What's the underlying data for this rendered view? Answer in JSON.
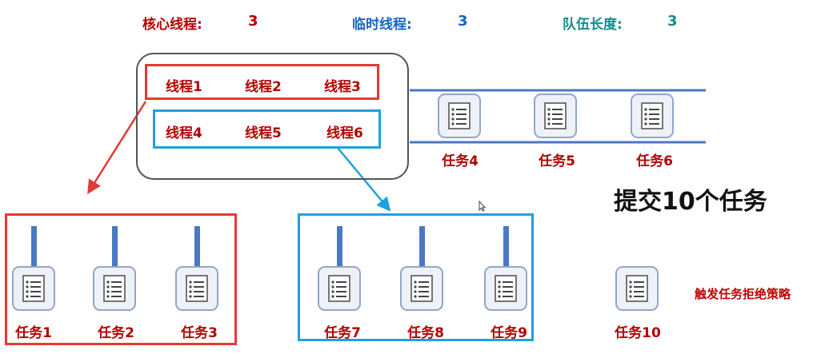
{
  "header": {
    "core_label": "核心线程:",
    "core_value": "3",
    "temp_label": "临时线程:",
    "temp_value": "3",
    "queue_label": "队伍长度:",
    "queue_value": "3"
  },
  "core_threads": [
    "线程1",
    "线程2",
    "线程3"
  ],
  "temp_threads": [
    "线程4",
    "线程5",
    "线程6"
  ],
  "queue_tasks": [
    "任务4",
    "任务5",
    "任务6"
  ],
  "core_tasks": [
    "任务1",
    "任务2",
    "任务3"
  ],
  "temp_tasks": [
    "任务7",
    "任务8",
    "任务9"
  ],
  "rejected_task": "任务10",
  "submit_text": "提交10个任务",
  "reject_text": "触发任务拒绝策略",
  "colors": {
    "core": "#e53935",
    "temp": "#1ea1dd",
    "pole": "#4a78c2"
  },
  "icons": {
    "task": "document-list-icon",
    "cursor": "mouse-cursor-icon"
  }
}
